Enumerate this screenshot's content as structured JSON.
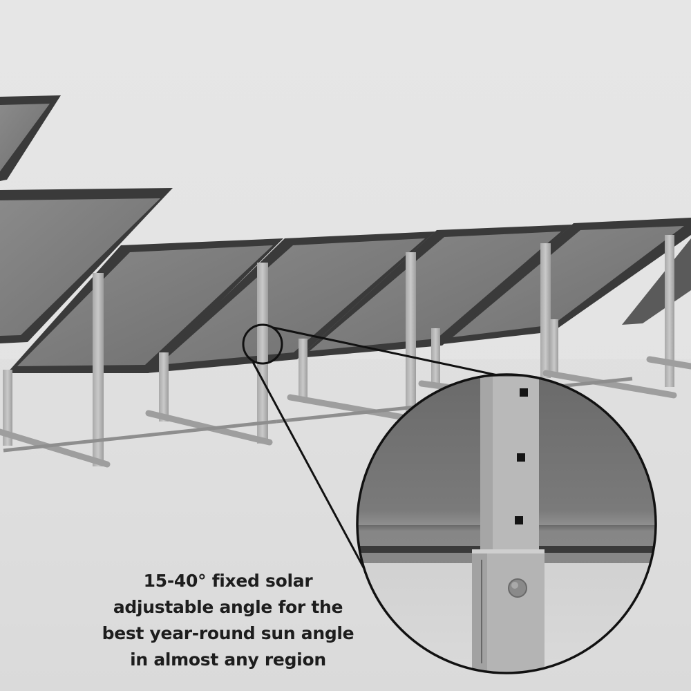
{
  "image": {
    "subject": "Ground-mount solar panel racking rows with adjustable tilt legs",
    "colors": {
      "background": "#e3e3e3",
      "panel_frame": "#3a3a3a",
      "panel_glass": "#7c7c7c",
      "leg_metal": "#b9b9b9",
      "magnifier_outline": "#111111",
      "caption_text": "#1d1d1d"
    }
  },
  "caption": {
    "lines": [
      "15-40° fixed solar",
      "adjustable angle for the",
      "best year-round sun angle",
      "in almost any region"
    ]
  },
  "magnifier": {
    "label": "Detail of telescoping leg with square adjustment holes and locking pin",
    "holes_visible": 3
  }
}
